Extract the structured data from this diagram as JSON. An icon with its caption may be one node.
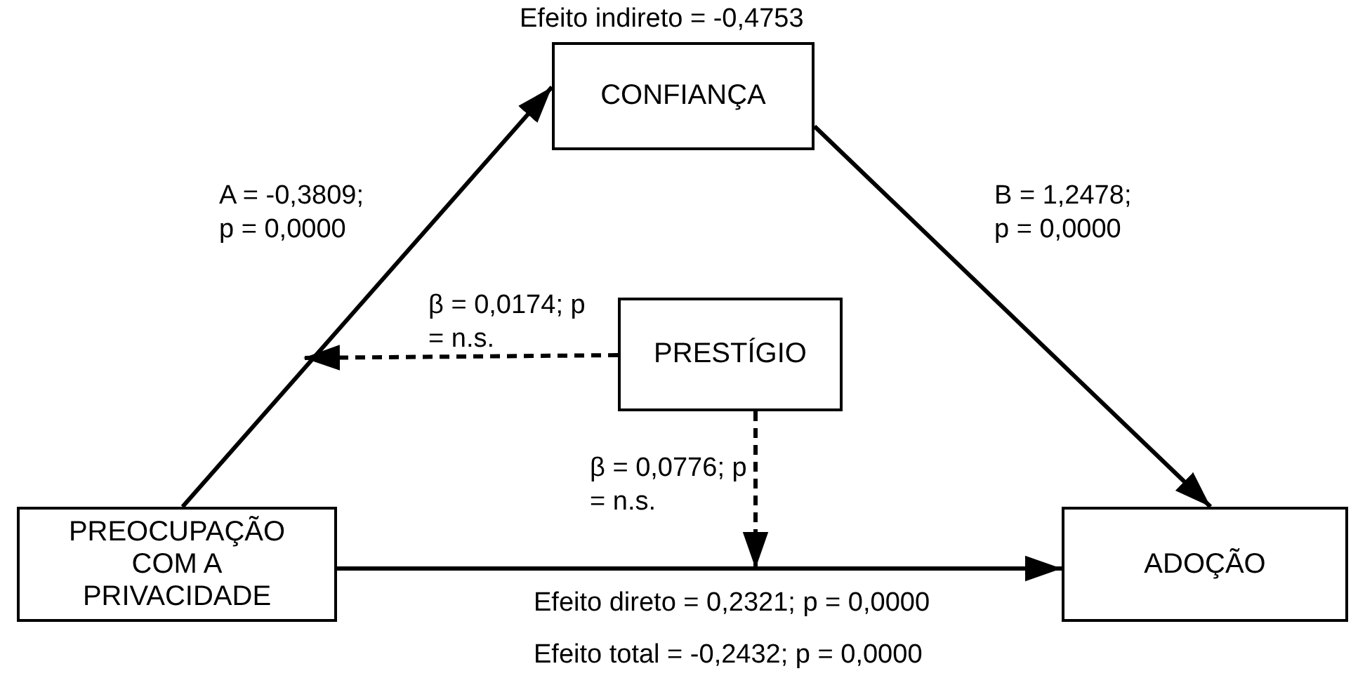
{
  "diagram": {
    "nodes": [
      {
        "text": [
          "CONFIANÇA"
        ]
      },
      {
        "text": [
          "PRESTÍGIO"
        ]
      },
      {
        "text": [
          "PREOCUPAÇÃO COM A PRIVACIDADE"
        ]
      },
      {
        "text": [
          "ADOÇÃO"
        ]
      }
    ],
    "edges": [
      {
        "from": 2,
        "to": 0,
        "arrow": "to",
        "label": "A = -0,3809; p = 0,0000"
      },
      {
        "from": 0,
        "to": 3,
        "arrow": "to",
        "label": "B = 1,2478; p = 0,0000"
      },
      {
        "from": 1,
        "to": null,
        "arrow": "to",
        "style": "dashed",
        "label": "β = 0,0174; p = n.s."
      },
      {
        "from": 1,
        "to": null,
        "arrow": "to",
        "style": "dashed",
        "label": "β = 0,0776; p = n.s."
      },
      {
        "from": 2,
        "to": 3,
        "arrow": "to",
        "label": "Efeito direto = 0,2321; p = 0,0000"
      }
    ],
    "labels": [
      "Efeito indireto = -0,4753",
      "Efeito total = -0,2432; p = 0,0000"
    ]
  }
}
